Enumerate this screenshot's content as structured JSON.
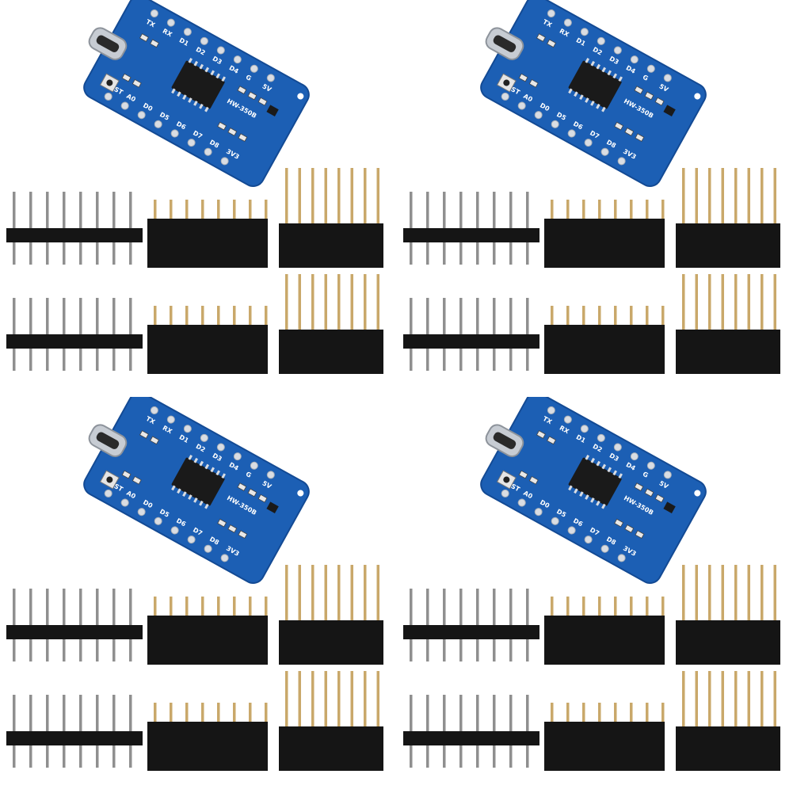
{
  "product": {
    "kit_count": 4,
    "board_model": "HW-350B",
    "pin_labels": [
      "TX",
      "RX",
      "D1",
      "D2",
      "D3",
      "D4",
      "G",
      "5V",
      "RST",
      "A0",
      "D0",
      "D5",
      "D6",
      "D7",
      "D8",
      "3V3"
    ],
    "headers": {
      "male_rows": 2,
      "short_female_rows": 2,
      "long_female_rows": 2,
      "pins_per_header": 8
    }
  },
  "colors": {
    "pcb_blue": "#1c5fb4",
    "pcb_edge": "#134a94",
    "pad_silver": "#d9dde3",
    "chip_black": "#1a1a1a",
    "header_black": "#151515",
    "pin_gold": "#c9a86a",
    "pin_metal": "#8f8f8f",
    "silkscreen": "#ffffff"
  }
}
